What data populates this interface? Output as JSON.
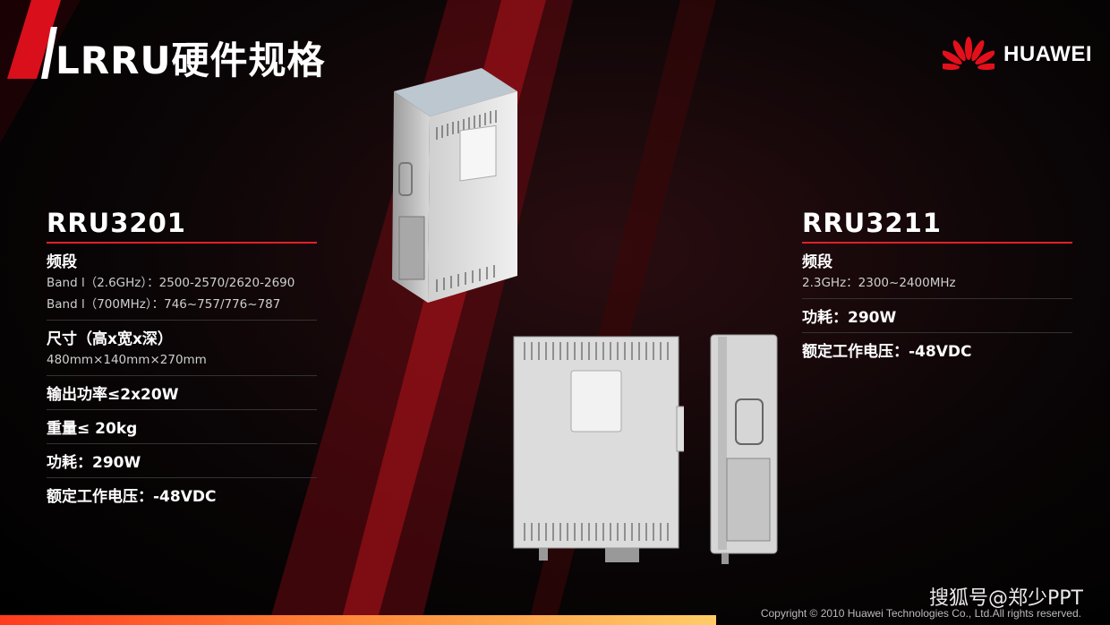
{
  "title": "LRRU硬件规格",
  "brand": "HUAWEI",
  "left": {
    "model": "RRU3201",
    "rows": [
      {
        "label": "频段",
        "values": [
          "Band l（2.6GHz）：2500-2570/2620-2690",
          "Band l（700MHz）：746~757/776~787"
        ]
      },
      {
        "label": "尺寸（高x宽x深）",
        "values": [
          "480mm×140mm×270mm"
        ]
      },
      {
        "label": "输出功率≤2x20W",
        "values": []
      },
      {
        "label": "重量≤ 20kg",
        "values": []
      },
      {
        "label": "功耗：290W",
        "values": []
      },
      {
        "label": "额定工作电压：-48VDC",
        "values": []
      }
    ]
  },
  "right": {
    "model": "RRU3211",
    "rows": [
      {
        "label": "频段",
        "values": [
          "2.3GHz：2300~2400MHz"
        ]
      },
      {
        "label": "功耗：290W",
        "values": []
      },
      {
        "label": "额定工作电压：-48VDC",
        "values": []
      }
    ]
  },
  "footer": "Copyright © 2010 Huawei Technologies Co., Ltd.All rights reserved.",
  "watermark": "搜狐号@郑少PPT",
  "colors": {
    "accent": "#d90f1c"
  }
}
